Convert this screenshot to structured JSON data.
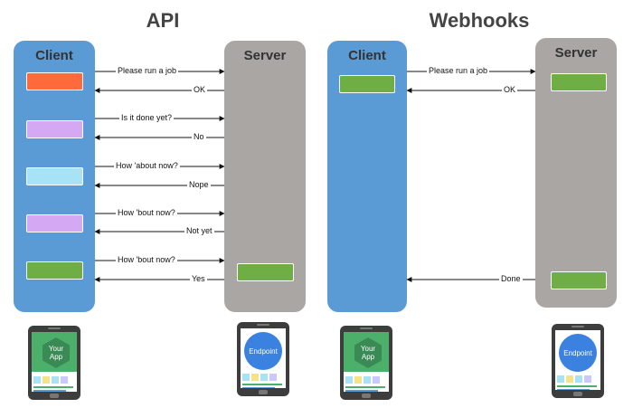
{
  "titles": {
    "api": "API",
    "webhooks": "Webhooks"
  },
  "lanes": {
    "client": "Client",
    "server": "Server"
  },
  "api_messages": [
    {
      "text": "Please run a job",
      "direction": "to-server"
    },
    {
      "text": "OK",
      "direction": "to-client"
    },
    {
      "text": "Is it done yet?",
      "direction": "to-server"
    },
    {
      "text": "No",
      "direction": "to-client"
    },
    {
      "text": "How 'about now?",
      "direction": "to-server"
    },
    {
      "text": "Nope",
      "direction": "to-client"
    },
    {
      "text": "How 'bout now?",
      "direction": "to-server"
    },
    {
      "text": "Not yet",
      "direction": "to-client"
    },
    {
      "text": "How 'bout now?",
      "direction": "to-server"
    },
    {
      "text": "Yes",
      "direction": "to-client"
    }
  ],
  "webhook_messages": [
    {
      "text": "Please run a job",
      "direction": "to-server"
    },
    {
      "text": "OK",
      "direction": "to-client"
    },
    {
      "text": "Done",
      "direction": "to-client"
    }
  ],
  "colors": {
    "client_lane": "#5b9bd5",
    "server_lane": "#a9a6a4",
    "box_orange": "#ff6a3d",
    "box_purple": "#d4a8f2",
    "box_cyan": "#a7e3f5",
    "box_green": "#6fae44"
  },
  "devices": {
    "your_app": "Your App",
    "endpoint": "Endpoint"
  },
  "icons": [
    "phone-icon",
    "app-hexagon-icon",
    "endpoint-circle-icon"
  ]
}
